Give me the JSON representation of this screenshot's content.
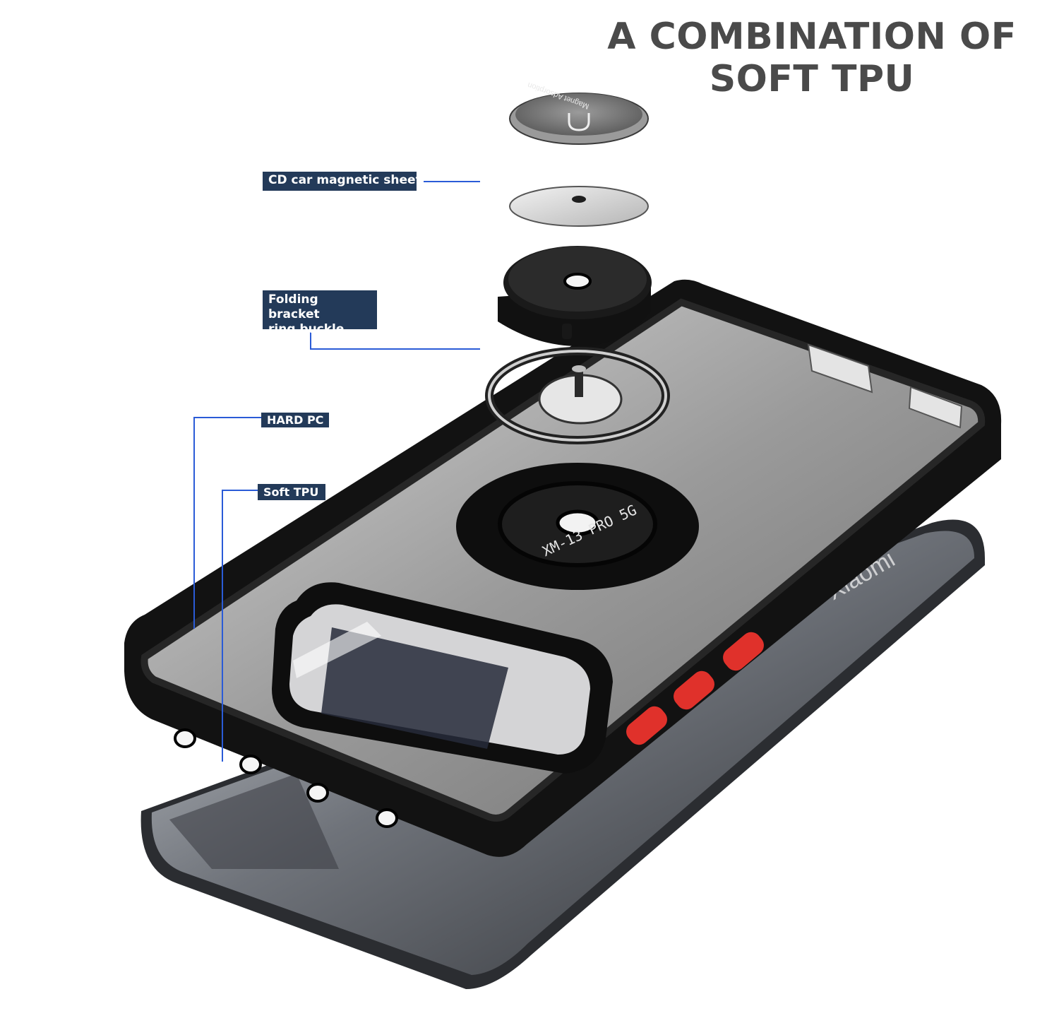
{
  "headline": {
    "line1": "A COMBINATION OF",
    "line2": "SOFT TPU"
  },
  "callouts": {
    "cd_sheet": "CD car magnetic sheet",
    "folding_line1": "Folding bracket",
    "folding_line2": "ring buckle",
    "hard_pc": "HARD PC",
    "soft_tpu": "Soft TPU"
  },
  "part_markings": {
    "magnet_text": "Magnet Adsorption",
    "ring_base_text": "XM-13 PRO 5G",
    "phone_brand": "Xiaomi"
  },
  "colors": {
    "callout_bg": "#233a59",
    "leader_line": "#2a5bd7",
    "case_black": "#121212",
    "button_red": "#e0312b",
    "headline": "#4a4a4a"
  }
}
